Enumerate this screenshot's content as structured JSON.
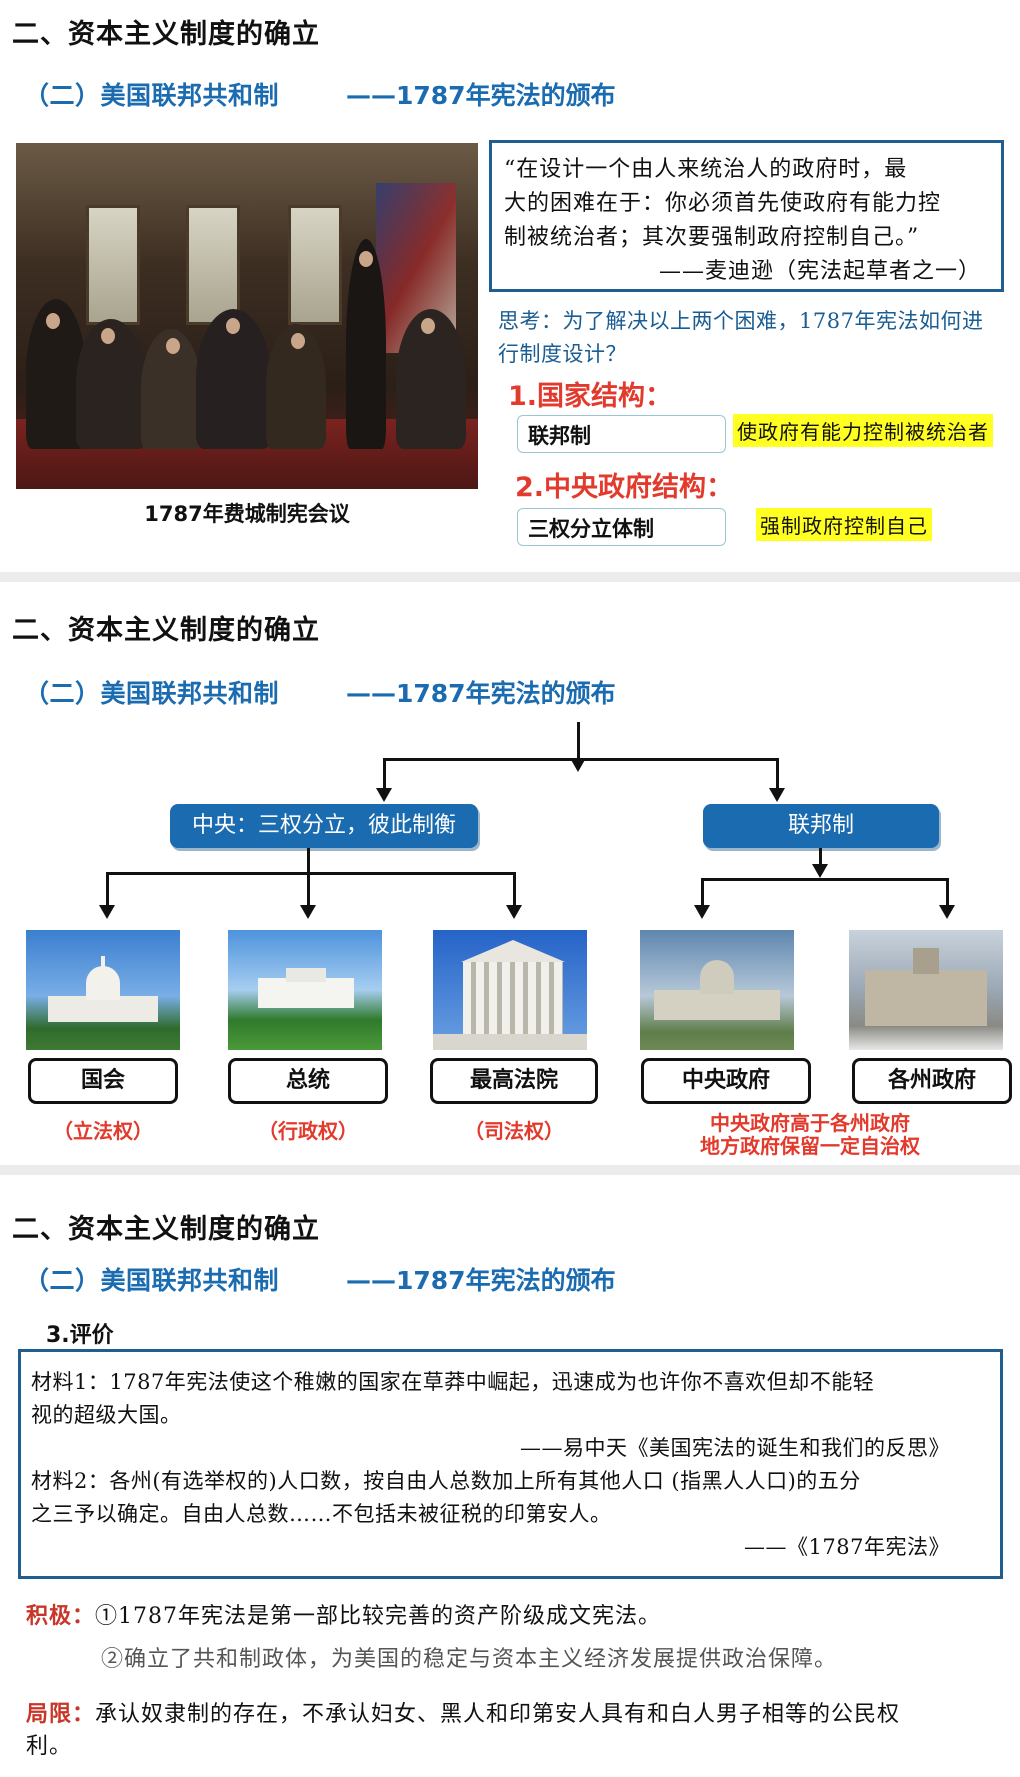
{
  "section_title": "二、资本主义制度的确立",
  "sub_title": "（二）美国联邦共和制",
  "sub_title_right": "——1787年宪法的颁布",
  "slide1": {
    "painting_caption": "1787年费城制宪会议",
    "quote_lines": [
      "“在设计一个由人来统治人的政府时，最",
      "大的困难在于：你必须首先使政府有能力控",
      "制被统治者；其次要强制政府控制自己。”"
    ],
    "quote_author": "——麦迪逊（宪法起草者之一）",
    "think_lines": [
      "思考：为了解决以上两个困难，1787年宪法如何进",
      "行制度设计？"
    ],
    "h_national": "1.国家结构：",
    "ans_federal": "联邦制",
    "hl_federal": "使政府有能力控制被统治者",
    "h_central": "2.中央政府结构：",
    "ans_three": "三权分立体制",
    "hl_three": "强制政府控制自己"
  },
  "slide2": {
    "box_central": "中央：三权分立，彼此制衡",
    "box_federal": "联邦制",
    "items": [
      {
        "label": "国会",
        "power": "（立法权）"
      },
      {
        "label": "总统",
        "power": "（行政权）"
      },
      {
        "label": "最高法院",
        "power": "（司法权）"
      },
      {
        "label": "中央政府"
      },
      {
        "label": "各州政府"
      }
    ],
    "note_line1": "中央政府高于各州政府",
    "note_line2": "地方政府保留一定自治权"
  },
  "slide3": {
    "eval_title": "3.评价",
    "m1_line1": "材料1：1787年宪法使这个稚嫩的国家在草莽中崛起，迅速成为也许你不喜欢但却不能轻",
    "m1_line2": "视的超级大国。",
    "m1_src": "——易中天《美国宪法的诞生和我们的反思》",
    "m2_line1": "材料2：各州(有选举权的)人口数，按自由人总数加上所有其他人口 (指黑人人口)的五分",
    "m2_line2": "之三予以确定。自由人总数……不包括未被征税的印第安人。",
    "m2_src": "——《1787年宪法》",
    "pos_label": "积极：",
    "pos_1": "①1787年宪法是第一部比较完善的资产阶级成文宪法。",
    "pos_2": "②确立了共和制政体，为美国的稳定与资本主义经济发展提供政治保障。",
    "lim_label": "局限：",
    "lim_line1": "承认奴隶制的存在，不承认妇女、黑人和印第安人具有和白人男子相等的公民权",
    "lim_line2": "利。"
  }
}
